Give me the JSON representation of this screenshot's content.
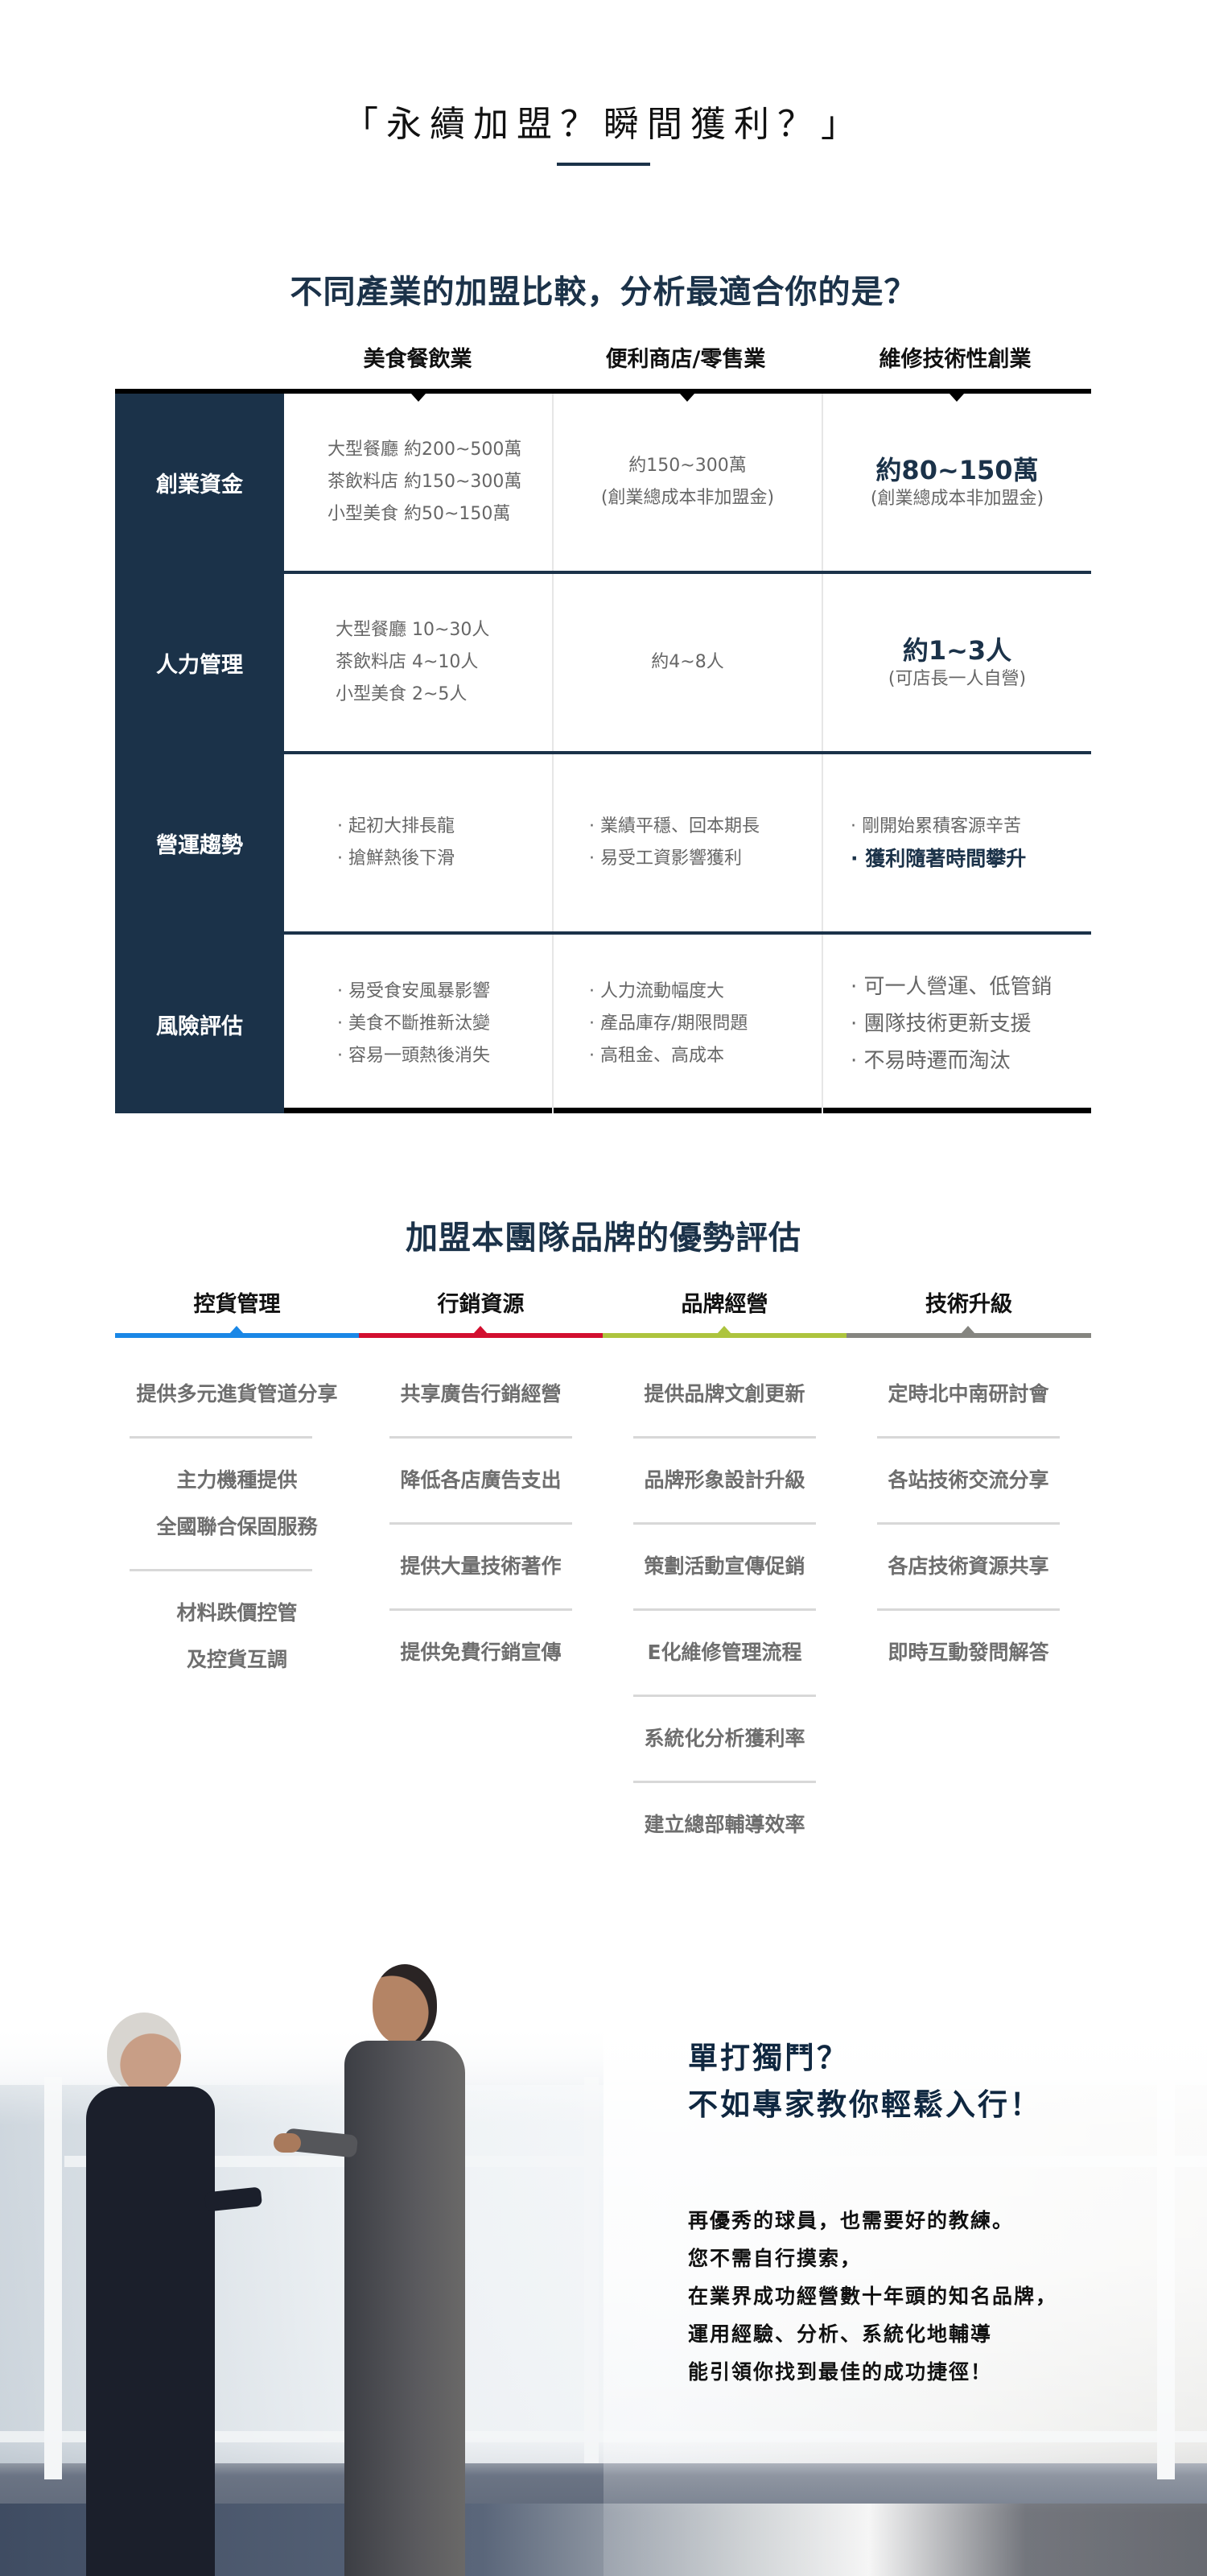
{
  "hero": {
    "title": "「永續加盟？瞬間獲利？」",
    "rule_color": "#1b3249"
  },
  "comparison": {
    "title": "不同產業的加盟比較，分析最適合你的是？",
    "columns": [
      "美食餐飲業",
      "便利商店/零售業",
      "維修技術性創業"
    ],
    "rows": [
      {
        "label": "創業資金",
        "cells": [
          [
            "大型餐廳 約200~500萬",
            "茶飲料店 約150~300萬",
            "小型美食 約50~150萬"
          ],
          [
            "約150~300萬",
            "(創業總成本非加盟金)"
          ],
          [
            "約80~150萬",
            "(創業總成本非加盟金)"
          ]
        ]
      },
      {
        "label": "人力管理",
        "cells": [
          [
            "大型餐廳 10~30人",
            "茶飲料店 4~10人",
            "小型美食 2~5人"
          ],
          [
            "約4~8人"
          ],
          [
            "約1~3人",
            "(可店長一人自營)"
          ]
        ]
      },
      {
        "label": "營運趨勢",
        "cells": [
          [
            "起初大排長龍",
            "搶鮮熱後下滑"
          ],
          [
            "業績平穩、回本期長",
            "易受工資影響獲利"
          ],
          [
            "剛開始累積客源辛苦",
            "獲利隨著時間攀升"
          ]
        ]
      },
      {
        "label": "風險評估",
        "cells": [
          [
            "易受食安風暴影響",
            "美食不斷推新汰變",
            "容易一頭熱後消失"
          ],
          [
            "人力流動幅度大",
            "產品庫存/期限問題",
            "高租金、高成本"
          ],
          [
            "可一人營運、低管銷",
            "團隊技術更新支援",
            "不易時遷而淘汰"
          ]
        ]
      }
    ],
    "label_bg": "#1b3249",
    "highlight_color": "#1b3249"
  },
  "advantages": {
    "title": "加盟本團隊品牌的優勢評估",
    "tabs": [
      {
        "label": "控貨管理",
        "color": "#1a87e6"
      },
      {
        "label": "行銷資源",
        "color": "#d20f2f"
      },
      {
        "label": "品牌經營",
        "color": "#adc43e"
      },
      {
        "label": "技術升級",
        "color": "#858580"
      }
    ],
    "columns": [
      [
        "提供多元進貨管道分享",
        "主力機種提供\n全國聯合保固服務",
        "材料跌價控管\n及控貨互調"
      ],
      [
        "共享廣告行銷經營",
        "降低各店廣告支出",
        "提供大量技術著作",
        "提供免費行銷宣傳"
      ],
      [
        "提供品牌文創更新",
        "品牌形象設計升級",
        "策劃活動宣傳促銷",
        "E化維修管理流程",
        "系統化分析獲利率",
        "建立總部輔導效率"
      ],
      [
        "定時北中南研討會",
        "各站技術交流分享",
        "各店技術資源共享",
        "即時互動發問解答"
      ]
    ]
  },
  "cta": {
    "title_lines": [
      "單打獨鬥？",
      "不如專家教你輕鬆入行！"
    ],
    "body_lines": [
      "再優秀的球員，也需要好的教練。",
      "您不需自行摸索，",
      "在業界成功經營數十年頭的知名品牌，",
      "運用經驗、分析、系統化地輔導",
      "能引領你找到最佳的成功捷徑！"
    ],
    "photo": "two-businessmen-handshake"
  }
}
